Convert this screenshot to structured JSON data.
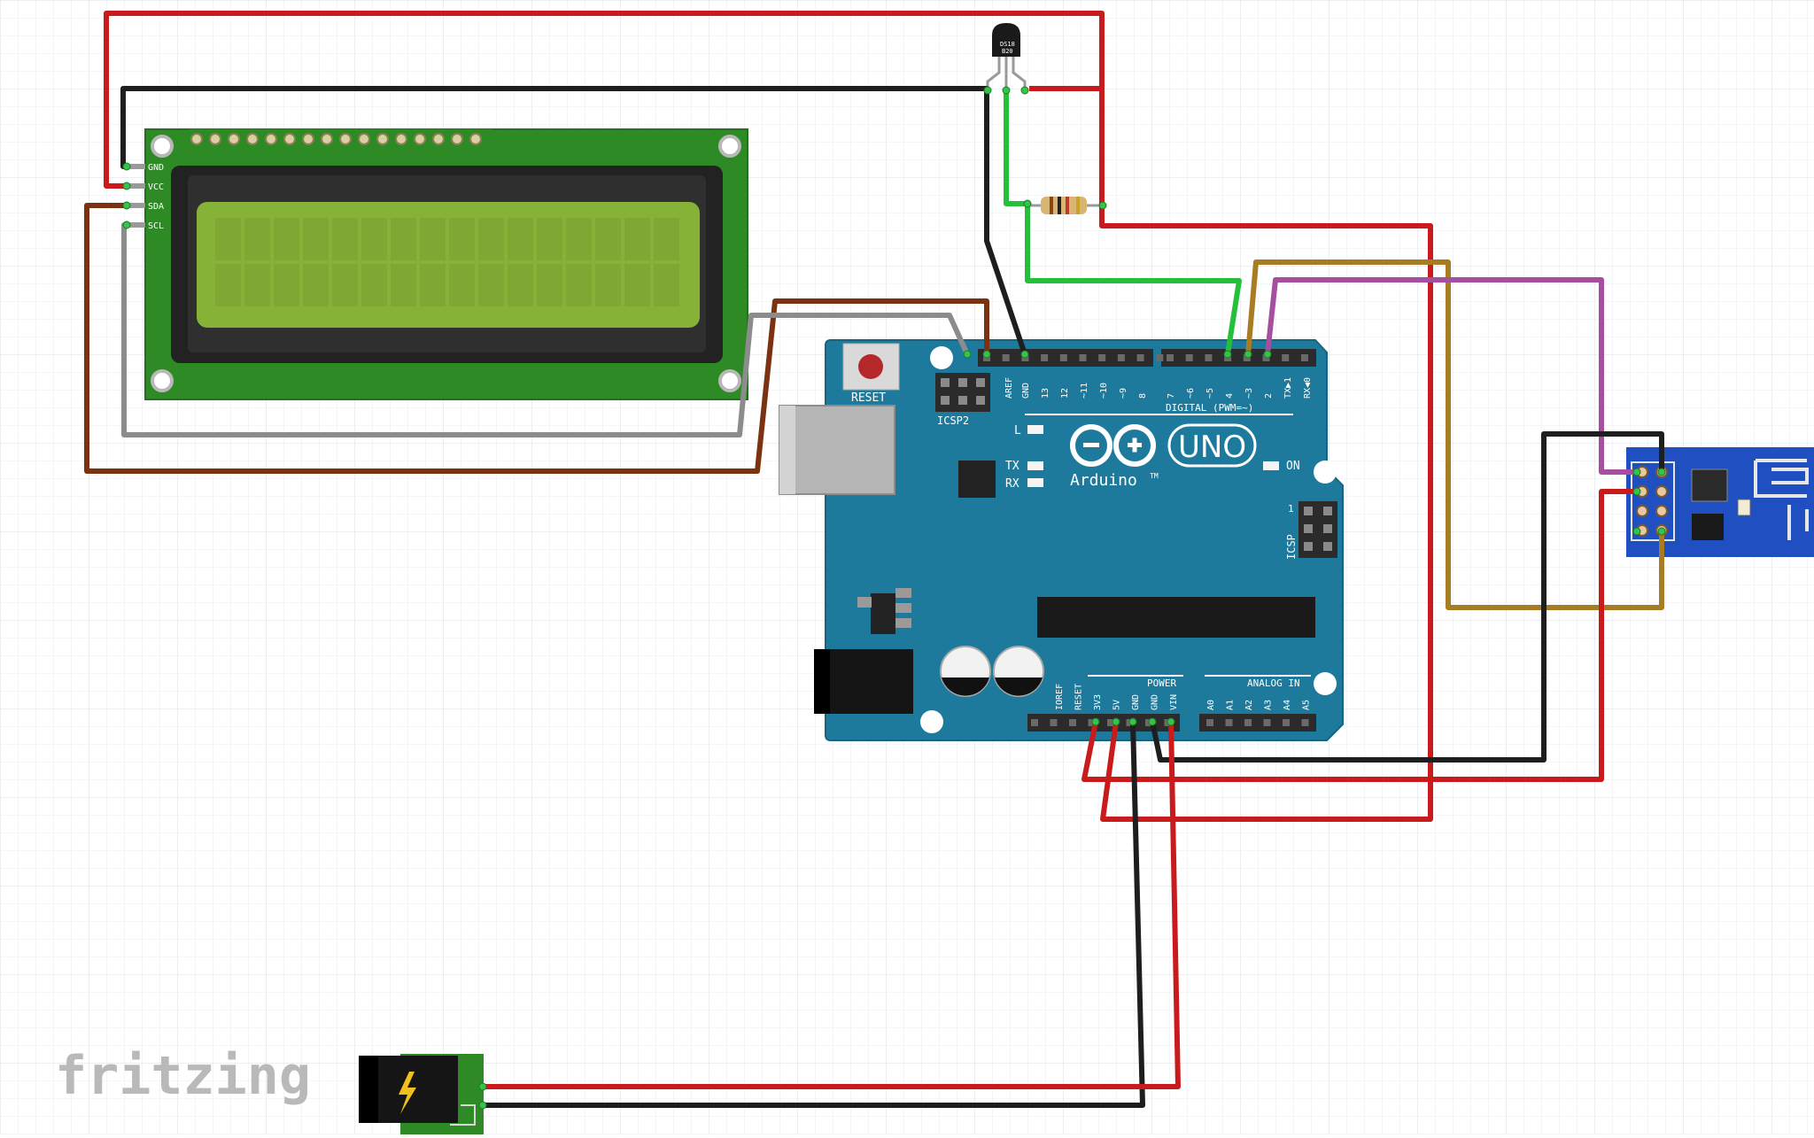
{
  "watermark": "fritzing",
  "colors": {
    "grid": "#e7ecf2",
    "grid_major": "#d6dde6",
    "wire_red": "#c91b1b",
    "wire_black": "#1e1e1e",
    "wire_green": "#25c03a",
    "wire_brown": "#7b3210",
    "wire_gold": "#a77c22",
    "wire_purple": "#a64fa0",
    "wire_gray": "#8c8c8c",
    "arduino": "#1d7a9c",
    "lcd_pcb": "#2d8a24",
    "lcd_screen": "#87b238",
    "esp_board": "#1f4fc0"
  },
  "lcd": {
    "pins": [
      "GND",
      "VCC",
      "SDA",
      "SCL"
    ]
  },
  "sensor": {
    "label_line1": "DS18",
    "label_line2": "B20"
  },
  "arduino": {
    "reset_label": "RESET",
    "icsp2_label": "ICSP2",
    "icsp_label": "ICSP",
    "icsp_pin1": "1",
    "digital_header": "DIGITAL (PWM=~)",
    "digital_pins": [
      "AREF",
      "GND",
      "13",
      "12",
      "~11",
      "~10",
      "~9",
      "8",
      "7",
      "~6",
      "~5",
      "4",
      "~3",
      "2",
      "TX▶1",
      "RX◀0"
    ],
    "brand": "Arduino",
    "trademark": "TM",
    "model": "UNO",
    "led_l": "L",
    "led_tx": "TX",
    "led_rx": "RX",
    "led_on": "ON",
    "power_header": "POWER",
    "power_pins": [
      "IOREF",
      "RESET",
      "3V3",
      "5V",
      "GND",
      "GND",
      "VIN"
    ],
    "analog_header": "ANALOG IN",
    "analog_pins": [
      "A0",
      "A1",
      "A2",
      "A3",
      "A4",
      "A5"
    ]
  },
  "power_jack": {
    "icon": "lightning-icon"
  }
}
